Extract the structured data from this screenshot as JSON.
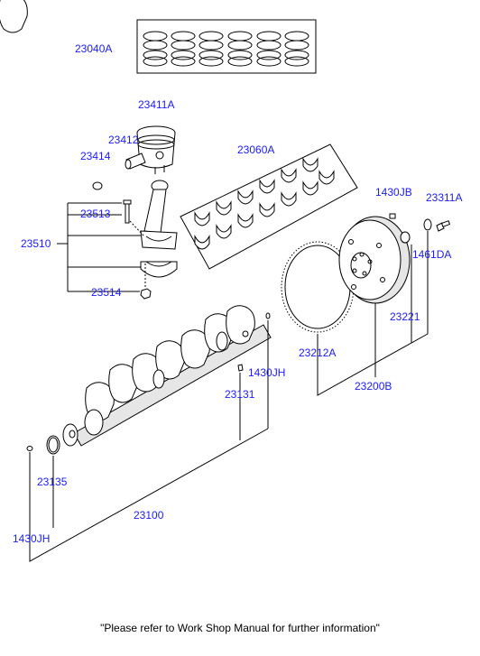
{
  "diagram": {
    "callouts": {
      "p23040A": "23040A",
      "p23411A": "23411A",
      "p23412": "23412",
      "p23414": "23414",
      "p23060A": "23060A",
      "p1430JB": "1430JB",
      "p23311A": "23311A",
      "p23513": "23513",
      "p23510": "23510",
      "p1461DA": "1461DA",
      "p23514": "23514",
      "p23221": "23221",
      "p23212A": "23212A",
      "p1430JH_top": "1430JH",
      "p23131": "23131",
      "p23200B": "23200B",
      "p23135": "23135",
      "p23100": "23100",
      "p1430JH_bottom": "1430JH"
    },
    "footer_note": "\"Please refer to Work Shop Manual for further information\""
  }
}
